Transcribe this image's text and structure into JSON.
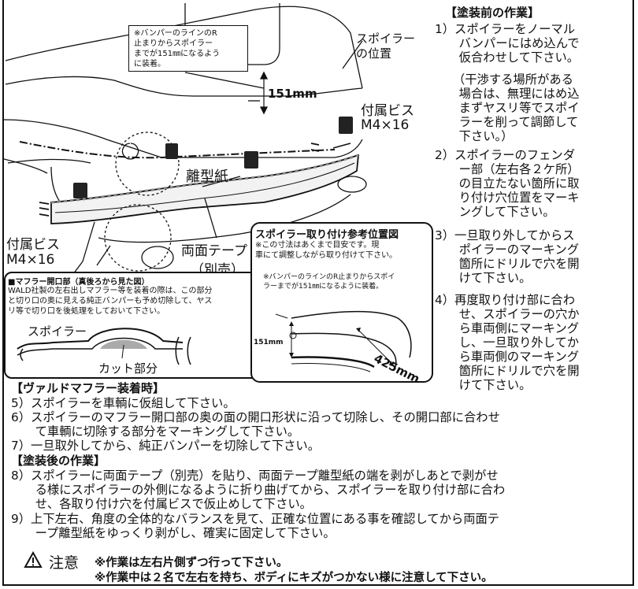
{
  "right_column": {
    "heading": "【塗装前の作業】",
    "steps": [
      "1）スポイラーをノーマル",
      "　　バンパーにはめ込んで",
      "　　仮合わせして下さい。",
      "　　（干渉する場所がある",
      "　　場合は、無理にはめ込",
      "　　まずヤスリ等でスポイ",
      "　　ラーを削って調節して",
      "　　下さい。）",
      "2）スポイラーのフェンダ",
      "　　ー部（左右各２ケ所）",
      "　　の目立たない箇所に取",
      "　　り付け穴位置をマーキ",
      "　　ングして下さい。",
      "3）一旦取り外してからス",
      "　　ポイラーのマーキング",
      "　　箇所にドリルで穴を開",
      "　　けて下さい。",
      "4）再度取り付け部に合わ",
      "　　せ、スポイラーの穴か",
      "　　ら車両側にマーキング",
      "　　し、一旦取り外してか",
      "　　ら車両側のマーキング",
      "　　箇所にドリルで穴を開",
      "　　けて下さい。"
    ]
  },
  "diagram": {
    "note_box": [
      "※バンパーのラインのR",
      "止まりからスポイラー",
      "までが151㎜になるよう",
      "に装着。"
    ],
    "spoiler_position": [
      "スポイラー",
      "の位置"
    ],
    "measurement": "151mm",
    "screw_right": [
      "付属ビス",
      "M4×16"
    ],
    "screw_left": [
      "付属ビス",
      "M4×16"
    ],
    "release_paper": "離型紙",
    "tape": [
      "両面テープ",
      "（別売）"
    ]
  },
  "muffler_box": {
    "title": "■マフラー開口部（真後ろから見た図）",
    "text": [
      "WALD社製の左右出しマフラー等を装着の際は、この部分",
      "と切り口の奥に見える純正バンパーも予め切除して、ヤス",
      "リ等で切り口を後処理をしておいて下さい。"
    ],
    "spoiler_label": "スポイラー",
    "cut_label": "カット部分"
  },
  "ref_box": {
    "title": "スポイラー取り付け参考位置図",
    "note": [
      "※この寸法はあくまで目安です。現",
      "車にて調整しながら取り付けて下さい。"
    ],
    "sub_note": [
      "※バンパーのラインのR止まりからスポイ",
      "ラーまでが151㎜になるように装着。"
    ],
    "dim_151": "151mm",
    "dim_425": "425mm"
  },
  "wald_section": {
    "heading": "【ヴァルドマフラー装着時】",
    "steps": [
      "5）スポイラーを車輌に仮組して下さい。",
      "6）スポイラーのマフラー開口部の奥の面の開口形状に沿って切除し、その開口部に合わせ",
      "　　て車輌に切除する部分をマーキングして下さい。",
      "7）一旦取外してから、純正バンパーを切除して下さい。"
    ]
  },
  "after_section": {
    "heading": "【塗装後の作業】",
    "steps": [
      "8）スポイラーに両面テープ（別売）を貼り、両面テープ離型紙の端を剥がしあとで剥がせ",
      "　　る様にスポイラーの外側になるように折り曲げてから、スポイラーを取り付け部に合わ",
      "　　せ、各取り付け穴を付属ビスで仮止めして下さい。",
      "9）上下左右、角度の全体的なバランスを見て、正確な位置にある事を確認してから両面テ",
      "　　ープ離型紙をゆっくり剥がし、確実に固定して下さい。"
    ]
  },
  "caution": {
    "label": "注意",
    "lines": [
      "※作業は左右片側ずつ行って下さい。",
      "※作業中は２名で左右を持ち、ボディにキズがつかない様に注意して下さい。"
    ]
  }
}
